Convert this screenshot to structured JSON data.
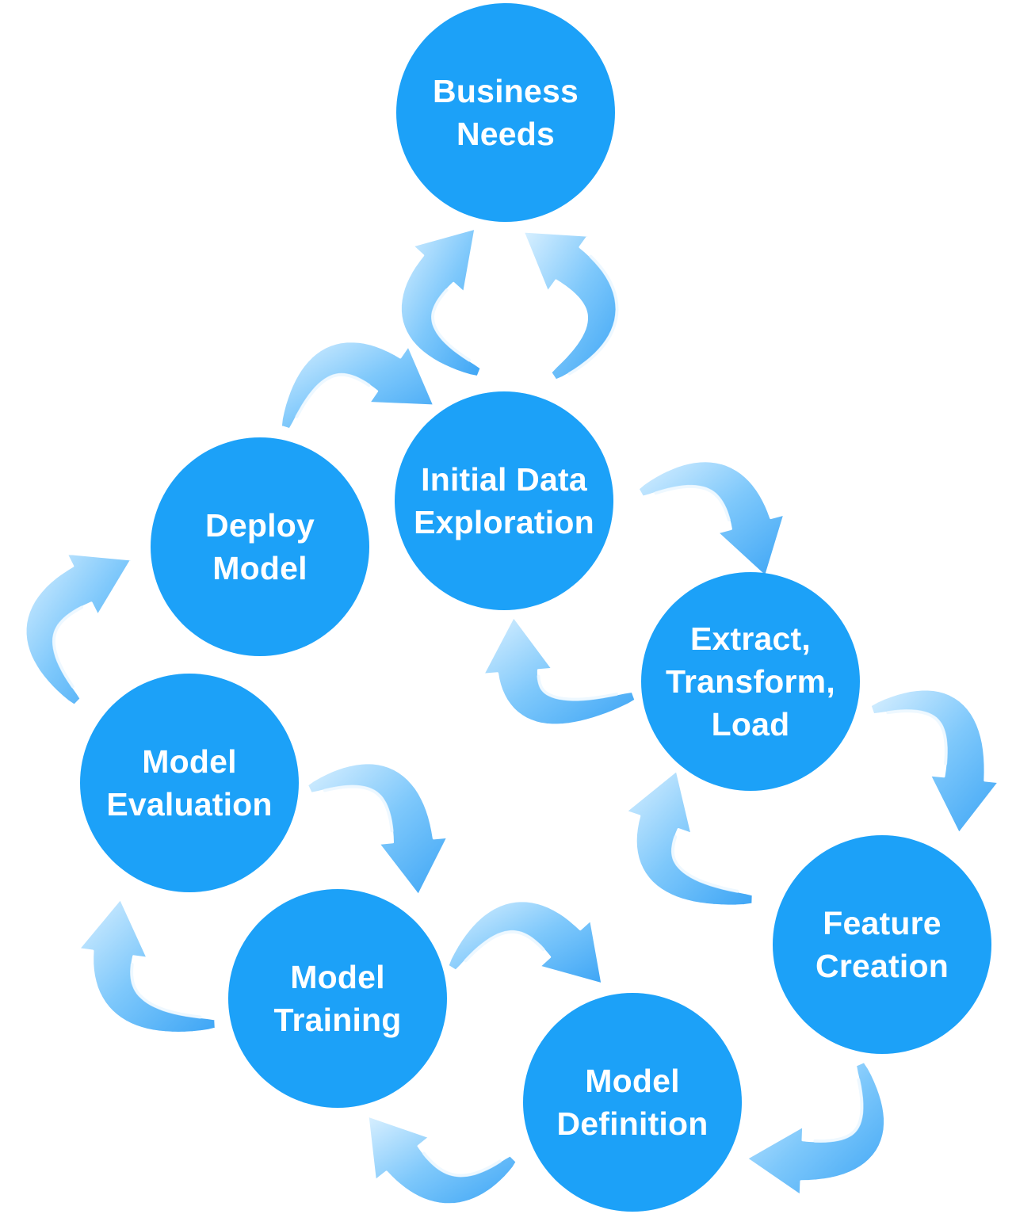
{
  "colors": {
    "node_fill": "#1ca1f8",
    "node_text": "#ffffff",
    "arrow_light": "#cfeafe",
    "arrow_mid": "#7ec8fb",
    "arrow_dark": "#3da5f5",
    "arrow_outline": "#ffffff"
  },
  "nodes": {
    "business_needs": "Business\nNeeds",
    "initial_data_exploration": "Initial Data\nExploration",
    "deploy_model": "Deploy\nModel",
    "extract_transform_load": "Extract,\nTransform,\nLoad",
    "model_evaluation": "Model\nEvaluation",
    "feature_creation": "Feature\nCreation",
    "model_training": "Model\nTraining",
    "model_definition": "Model\nDefinition"
  },
  "arrows": [
    {
      "from": "Initial Data Exploration",
      "to": "Business Needs"
    },
    {
      "from": "Business Needs",
      "to": "Initial Data Exploration"
    },
    {
      "from": "Deploy Model",
      "to": "Initial Data Exploration"
    },
    {
      "from": "Initial Data Exploration",
      "to": "Extract, Transform, Load"
    },
    {
      "from": "Extract, Transform, Load",
      "to": "Initial Data Exploration"
    },
    {
      "from": "Extract, Transform, Load",
      "to": "Feature Creation"
    },
    {
      "from": "Feature Creation",
      "to": "Extract, Transform, Load"
    },
    {
      "from": "Feature Creation",
      "to": "Model Definition"
    },
    {
      "from": "Model Definition",
      "to": "Model Training"
    },
    {
      "from": "Model Training",
      "to": "Model Definition"
    },
    {
      "from": "Model Evaluation",
      "to": "Model Training"
    },
    {
      "from": "Model Training",
      "to": "Model Evaluation"
    },
    {
      "from": "Model Evaluation",
      "to": "Deploy Model"
    }
  ]
}
